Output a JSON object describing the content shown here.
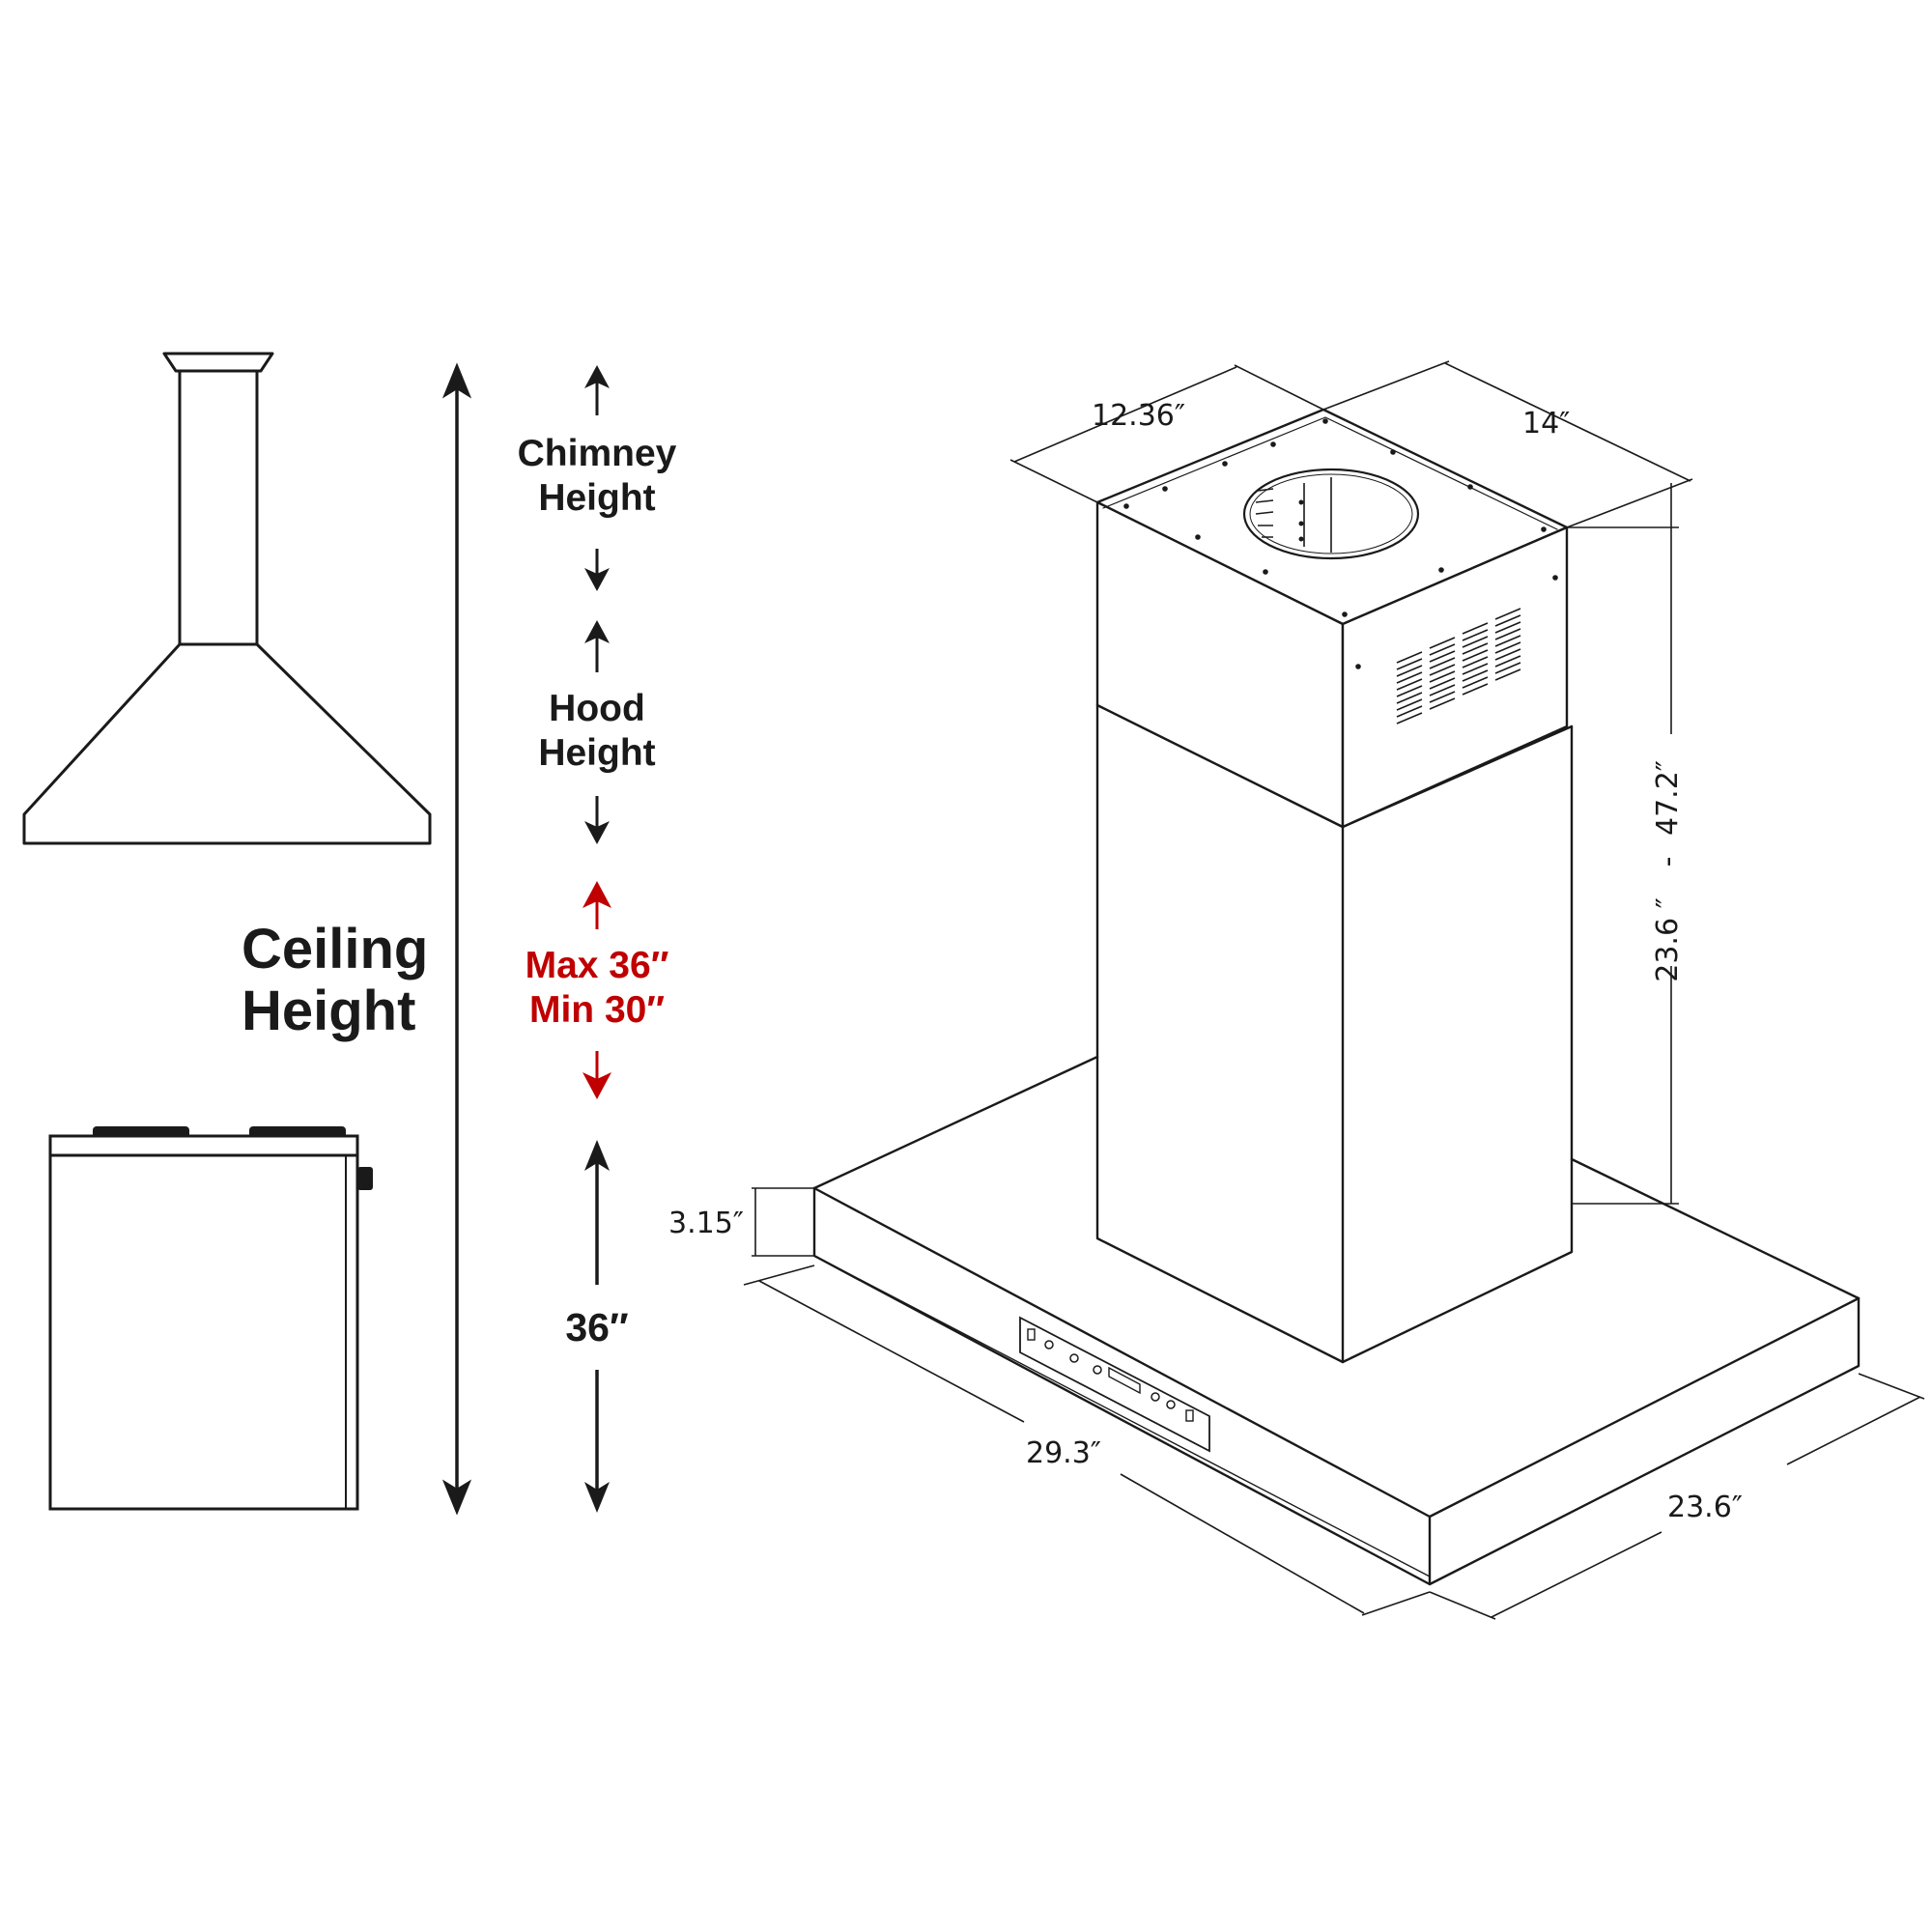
{
  "labels": {
    "chimney_line1": "Chimney",
    "chimney_line2": "Height",
    "hood_line1": "Hood",
    "hood_line2": "Height",
    "ceiling_line1": "Ceiling",
    "ceiling_line2": "Height",
    "max_clearance": "Max 36″",
    "min_clearance": "Min 30″",
    "cabinet_height": "36″"
  },
  "dimensions": {
    "chimney_top_depth": "12.36″",
    "chimney_top_width": "14″",
    "chimney_height_range_low": "23.6 ″",
    "chimney_height_range_sep": "-",
    "chimney_height_range_high": "47.2″",
    "canopy_thickness": "3.15″",
    "canopy_width": "29.3″",
    "canopy_depth": "23.6″"
  },
  "colors": {
    "line": "#1a1a1a",
    "accent_red": "#c00000",
    "background": "#ffffff"
  },
  "icons": {
    "chimney_hood": "chimney-hood-icon",
    "range_stove": "range-stove-icon"
  }
}
